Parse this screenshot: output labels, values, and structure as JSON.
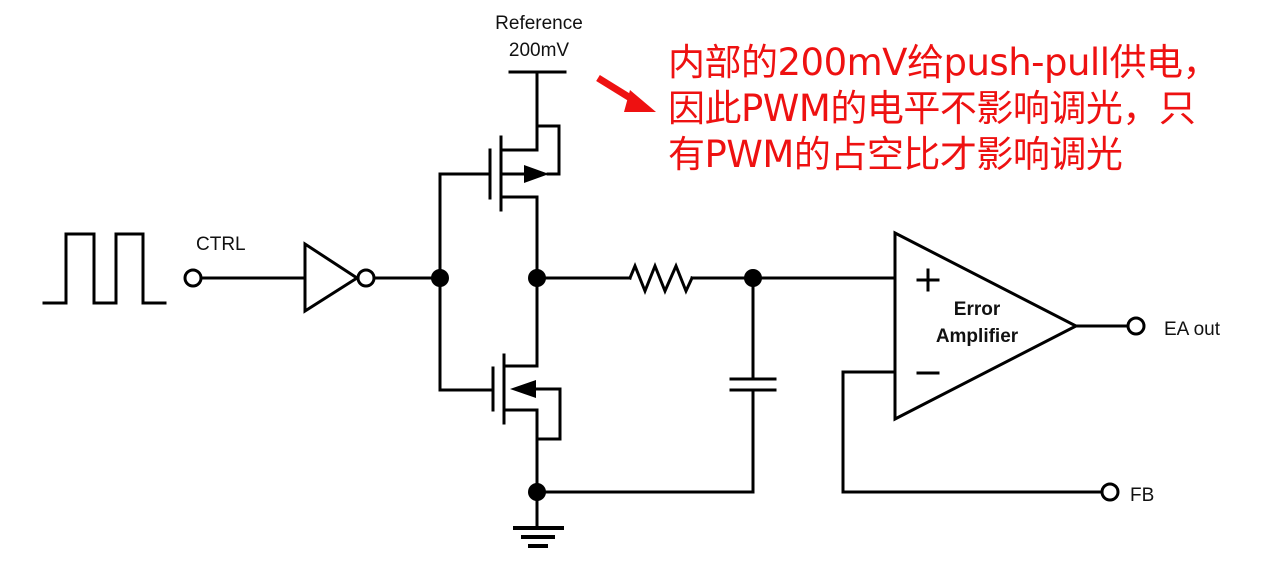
{
  "diagram": {
    "title": "PWM dimming push-pull with 200mV reference driving error amplifier",
    "labels": {
      "reference_line1": "Reference",
      "reference_line2": "200mV",
      "ctrl": "CTRL",
      "error_amp_line1": "Error",
      "error_amp_line2": "Amplifier",
      "plus": "+",
      "minus": "−",
      "ea_out": "EA out",
      "fb": "FB"
    },
    "components": [
      "pwm-waveform",
      "ctrl-terminal",
      "inverter",
      "pmos-transistor",
      "nmos-transistor",
      "resistor",
      "capacitor",
      "error-amplifier",
      "ground",
      "ea-out-terminal",
      "fb-terminal"
    ],
    "annotation": {
      "lines": [
        "内部的200mV给push-pull供电，",
        "因此PWM的电平不影响调光，只",
        "有PWM的占空比才影响调光"
      ],
      "color": "#ee1111",
      "arrow_color": "#ee1111"
    },
    "line_color": "#000000"
  }
}
